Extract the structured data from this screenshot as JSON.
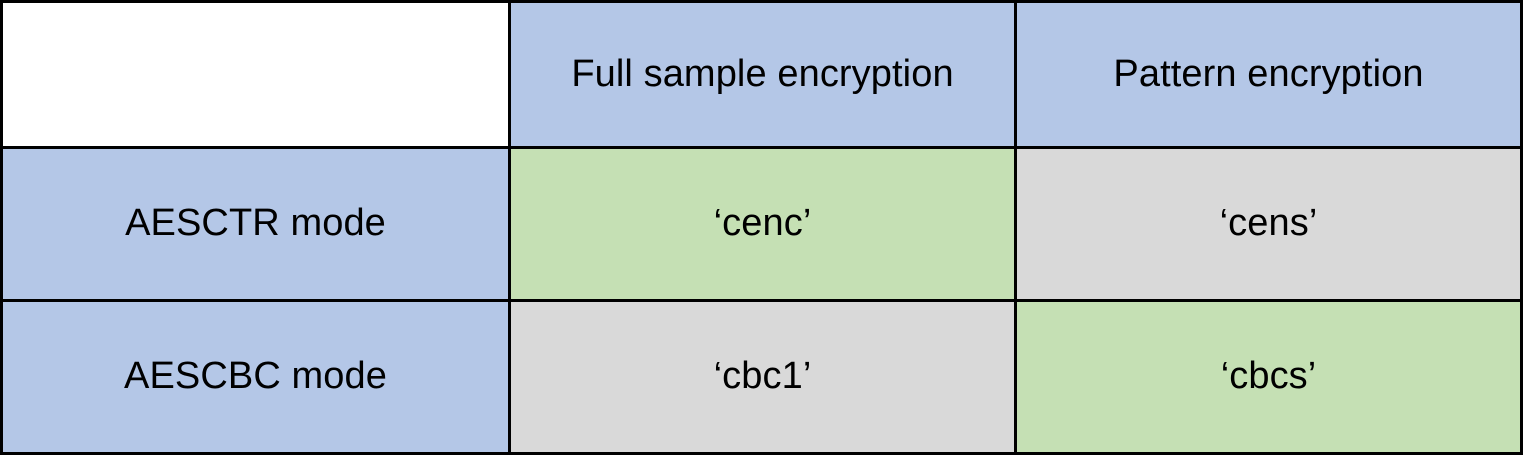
{
  "table": {
    "corner_label": "",
    "column_headers": [
      "Full sample encryption",
      "Pattern encryption"
    ],
    "rows": [
      {
        "label": "AESCTR mode",
        "cells": [
          {
            "value": "‘cenc’",
            "highlight": "green"
          },
          {
            "value": "‘cens’",
            "highlight": "gray"
          }
        ]
      },
      {
        "label": "AESCBC mode",
        "cells": [
          {
            "value": "‘cbc1’",
            "highlight": "gray"
          },
          {
            "value": "‘cbcs’",
            "highlight": "green"
          }
        ]
      }
    ]
  },
  "colors": {
    "header_blue": "#b4c7e7",
    "row_label_blue": "#b4c7e7",
    "highlight_green": "#c5e0b4",
    "neutral_gray": "#d9d9d9",
    "border_black": "#000000",
    "page_background": "#ffffff"
  }
}
